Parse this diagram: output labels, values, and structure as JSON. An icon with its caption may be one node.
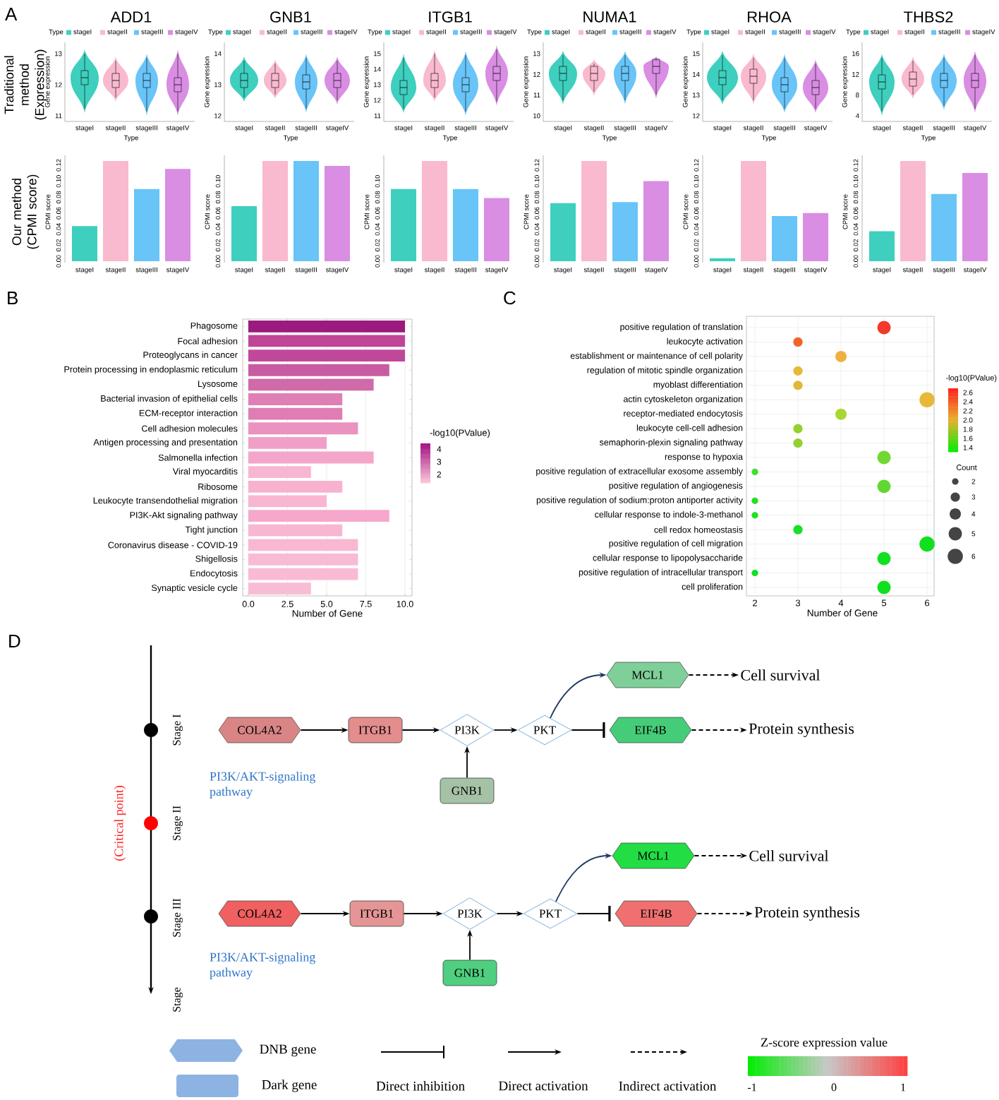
{
  "diagram": {
    "nodes": [
      {
        "text": [
          "COL4A2"
        ]
      },
      {
        "text": [
          "ITGB1"
        ]
      },
      {
        "text": [
          "PI3K"
        ]
      },
      {
        "text": [
          "PKT"
        ]
      },
      {
        "text": [
          "MCL1"
        ]
      },
      {
        "text": [
          "EIF4B"
        ]
      },
      {
        "text": [
          "GNB1"
        ]
      },
      {
        "text": [
          "Cell survival"
        ]
      },
      {
        "text": [
          "Protein synthesis"
        ]
      },
      {
        "text": [
          "COL4A2"
        ]
      },
      {
        "text": [
          "ITGB1"
        ]
      },
      {
        "text": [
          "PI3K"
        ]
      },
      {
        "text": [
          "PKT"
        ]
      },
      {
        "text": [
          "MCL1"
        ]
      },
      {
        "text": [
          "EIF4B"
        ]
      },
      {
        "text": [
          "GNB1"
        ]
      },
      {
        "text": [
          "Cell survival"
        ]
      },
      {
        "text": [
          "Protein synthesis"
        ]
      }
    ],
    "edges": [
      {
        "from": 0,
        "to": 1,
        "arrow": "to"
      },
      {
        "from": 1,
        "to": 2,
        "arrow": "to"
      },
      {
        "from": 2,
        "to": 3,
        "arrow": "to"
      },
      {
        "from": 6,
        "to": 2,
        "arrow": "to"
      },
      {
        "from": 3,
        "to": 4,
        "arrow": "to",
        "color": "#1f3864"
      },
      {
        "from": 3,
        "to": 5,
        "arrow": "other"
      },
      {
        "from": 4,
        "to": 7,
        "arrow": "to",
        "style": "dashed"
      },
      {
        "from": 5,
        "to": 8,
        "arrow": "to",
        "style": "dashed"
      },
      {
        "from": 9,
        "to": 10,
        "arrow": "to"
      },
      {
        "from": 10,
        "to": 11,
        "arrow": "to"
      },
      {
        "from": 11,
        "to": 12,
        "arrow": "to"
      },
      {
        "from": 15,
        "to": 11,
        "arrow": "to"
      },
      {
        "from": 12,
        "to": 13,
        "arrow": "to",
        "color": "#1f3864"
      },
      {
        "from": 12,
        "to": 14,
        "arrow": "other"
      },
      {
        "from": 13,
        "to": 16,
        "arrow": "to",
        "style": "dashed"
      },
      {
        "from": 14,
        "to": 17,
        "arrow": "to",
        "style": "dashed"
      }
    ],
    "labels": [
      "A",
      "Traditional method (Expression)",
      "Our method (CPMI score)",
      "ADD1",
      "Type",
      "stageI",
      "stageII",
      "stageIII",
      "stageIV",
      "Gene expression",
      "13",
      "12",
      "11",
      "stageI",
      "stageII",
      "stageIII",
      "stageIV",
      "Type",
      "CPMI score",
      "0.12",
      "0.10",
      "0.08",
      "0.06",
      "0.04",
      "0.02",
      "0.00",
      "stageI",
      "stageII",
      "stageIII",
      "stageIV",
      "GNB1",
      "Type",
      "stageI",
      "stageII",
      "stageIII",
      "stageIV",
      "Gene expression",
      "14",
      "13",
      "12",
      "stageI",
      "stageII",
      "stageIII",
      "stageIV",
      "Type",
      "CPMI score",
      "0.10",
      "0.08",
      "0.06",
      "0.04",
      "0.02",
      "0.00",
      "stageI",
      "stageII",
      "stageIII",
      "stageIV",
      "ITGB1",
      "Type",
      "stageI",
      "stageII",
      "stageIII",
      "stageIV",
      "Gene expression",
      "15",
      "14",
      "13",
      "12",
      "11",
      "stageI",
      "stageII",
      "stageIII",
      "stageIV",
      "Type",
      "CPMI score",
      "0.10",
      "0.08",
      "0.06",
      "0.04",
      "0.02",
      "0.00",
      "stageI",
      "stageII",
      "stageIII",
      "stageIV",
      "NUMA1",
      "Type",
      "stageI",
      "stageII",
      "stageIII",
      "stageIV",
      "Gene expression",
      "13",
      "12",
      "11",
      "10",
      "stageI",
      "stageII",
      "stageIII",
      "stageIV",
      "Type",
      "CPMI score",
      "0.12",
      "0.10",
      "0.08",
      "0.06",
      "0.04",
      "0.02",
      "0.00",
      "stageI",
      "stageII",
      "stageIII",
      "stageIV",
      "RHOA",
      "Type",
      "stageI",
      "stageII",
      "stageIII",
      "stageIV",
      "Gene expression",
      "15",
      "14",
      "13",
      "12",
      "stageI",
      "stageII",
      "stageIII",
      "stageIV",
      "Type",
      "CPMI score",
      "0.12",
      "0.10",
      "0.08",
      "0.06",
      "0.04",
      "0.02",
      "0.00",
      "stageI",
      "stageII",
      "stageIII",
      "stageIV",
      "THBS2",
      "Type",
      "stageI",
      "stageII",
      "stageIII",
      "stageIV",
      "Gene expression",
      "16",
      "12",
      "8",
      "4",
      "stageI",
      "stageII",
      "stageIII",
      "stageIV",
      "Type",
      "CPMI score",
      "0.12",
      "0.10",
      "0.08",
      "0.06",
      "0.04",
      "0.02",
      "0.00",
      "stageI",
      "stageII",
      "stageIII",
      "stageIV",
      "B",
      "-log10(PValue)",
      "4",
      "3",
      "2",
      "C",
      "positive regulation of translation",
      "leukocyte activation",
      "establishment or maintenance of cell polarity",
      "regulation of mitotic spindle organization",
      "myoblast differentiation",
      "actin cytoskeleton organization",
      "receptor-mediated endocytosis",
      "leukocyte cell-cell adhesion",
      "semaphorin-plexin signaling pathway",
      "response to hypoxia",
      "positive regulation of extracellular exosome assembly",
      "positive regulation of angiogenesis",
      "positive regulation of sodium:proton antiporter activity",
      "cellular response to indole-3-methanol",
      "cell redox homeostasis",
      "positive regulation of cell migration",
      "cellular response to lipopolysaccharide",
      "positive regulation of intracellular transport",
      "cell proliferation",
      "2",
      "3",
      "4",
      "5",
      "6",
      "Number of Gene",
      "-log10(PValue)",
      "2.6",
      "2.4",
      "2.2",
      "2.0",
      "1.8",
      "1.6",
      "1.4",
      "Count",
      "2",
      "3",
      "4",
      "5",
      "6",
      "D",
      "Stage I",
      "Stage II",
      "Stage III",
      "Stage",
      "(Critical point)",
      "PI3K/AKT-signaling pathway",
      "PI3K/AKT-signaling pathway",
      "Z-score expression value",
      "-1",
      "0",
      "1"
    ],
    "legend": [
      {
        "text": "DNB gene"
      },
      {
        "text": "Dark gene"
      },
      {
        "text": "Direct inhibition"
      },
      {
        "text": "Direct activation"
      },
      {
        "text": "Indirect activation"
      }
    ],
    "chart_data": {
      "type": "bar",
      "orientation": "horizontal",
      "xlabel": "Number of Gene",
      "categories": [
        "Phagosome",
        "Focal adhesion",
        "Proteoglycans in cancer",
        "Protein processing in endoplasmic reticulum",
        "Lysosome",
        "Bacterial invasion of epithelial cells",
        "ECM-receptor interaction",
        "Cell adhesion molecules",
        "Antigen processing and presentation",
        "Salmonella infection",
        "Viral myocarditis",
        "Ribosome",
        "Leukocyte transendothelial migration",
        "PI3K-Akt signaling pathway",
        "Tight junction",
        "Coronavirus disease - COVID-19",
        "Shigellosis",
        "Endocytosis",
        "Synaptic vesicle cycle"
      ],
      "values": [
        10,
        10,
        10,
        9,
        8,
        6,
        6,
        7,
        5,
        8,
        4,
        6,
        5,
        9,
        6,
        7,
        7,
        7,
        4
      ],
      "xlim": [
        -0.36,
        10.45
      ],
      "grid": true,
      "xticks": [
        {
          "value": 0,
          "label": "0.0"
        },
        {
          "value": 2.5,
          "label": "2.5"
        },
        {
          "value": 5,
          "label": "5.0"
        },
        {
          "value": 7.5,
          "label": "7.5"
        },
        {
          "value": 10,
          "label": "10.0"
        }
      ]
    }
  }
}
